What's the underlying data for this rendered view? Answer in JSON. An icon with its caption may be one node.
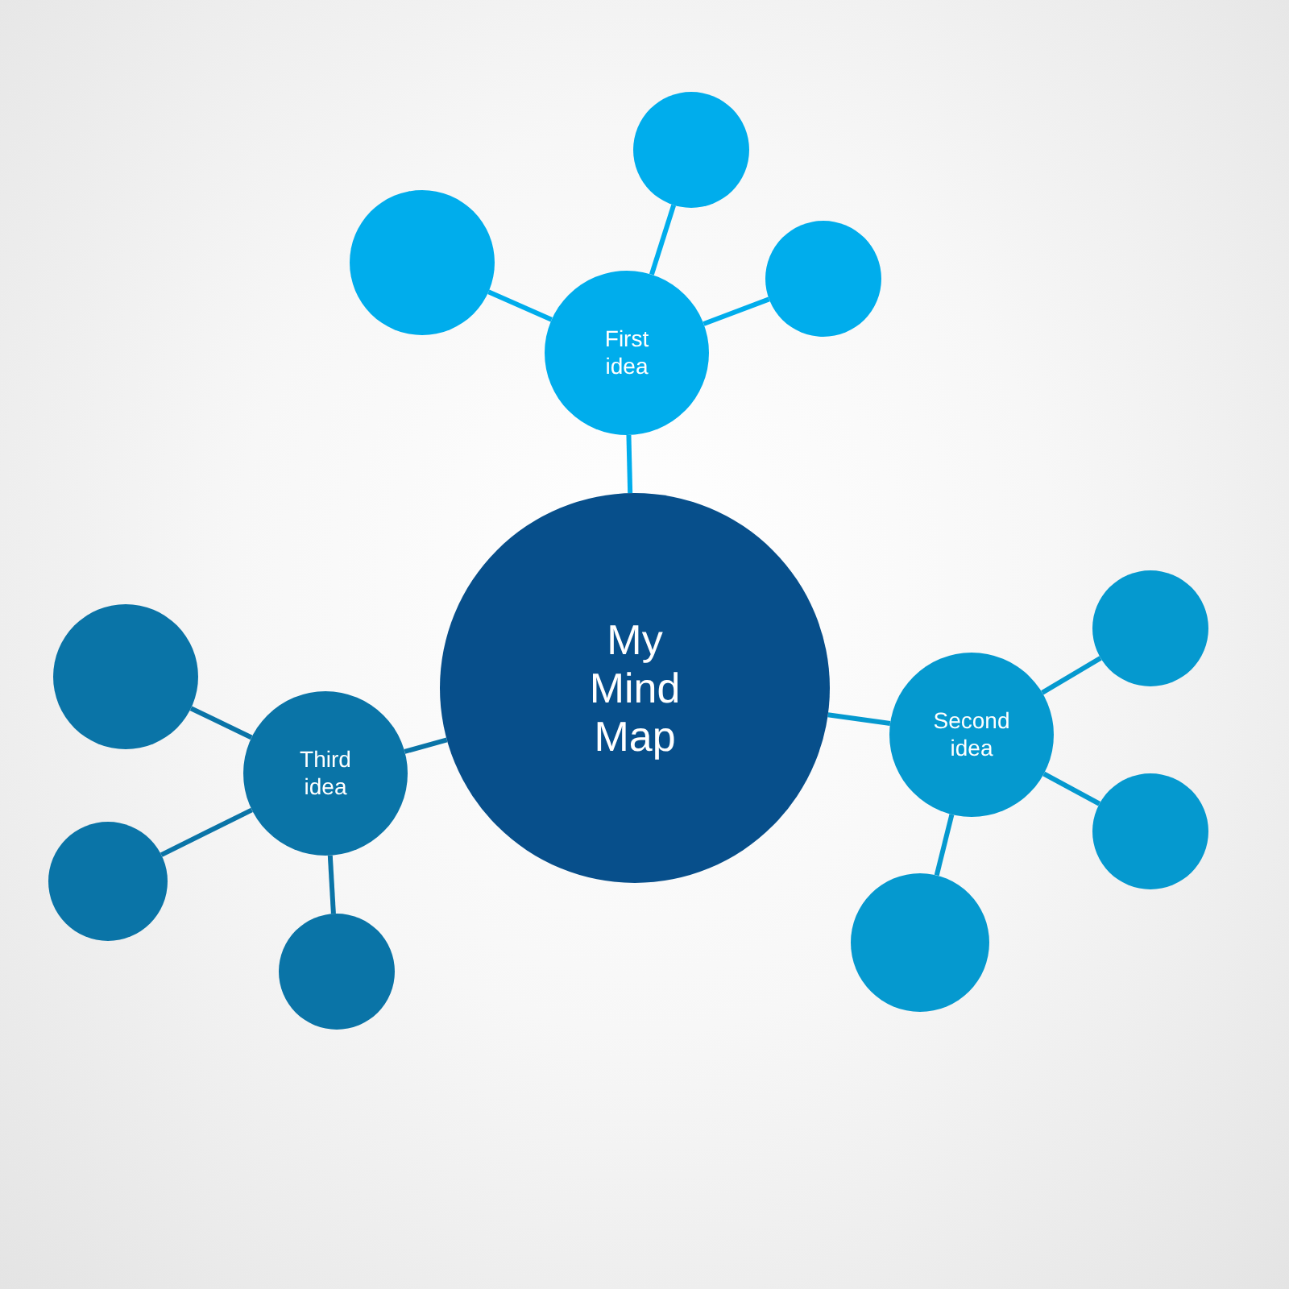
{
  "diagram": {
    "nodes": [
      {
        "text": [
          "My Mind Map"
        ]
      },
      {
        "text": [
          "First idea"
        ]
      },
      {
        "text": [],
        "shape": "circle"
      },
      {
        "text": [],
        "shape": "circle"
      },
      {
        "text": [],
        "shape": "circle"
      },
      {
        "text": [
          "Second idea"
        ]
      },
      {
        "text": [],
        "shape": "circle"
      },
      {
        "text": [],
        "shape": "circle"
      },
      {
        "text": [],
        "shape": "circle"
      },
      {
        "text": [
          "Third idea"
        ]
      },
      {
        "text": [],
        "shape": "circle"
      },
      {
        "text": [],
        "shape": "circle"
      },
      {
        "text": [],
        "shape": "circle"
      }
    ],
    "edges": [
      {
        "from": 0,
        "to": 1,
        "arrow": "none"
      },
      {
        "from": 1,
        "to": 2,
        "arrow": "none"
      },
      {
        "from": 1,
        "to": 3,
        "arrow": "none"
      },
      {
        "from": 1,
        "to": 4,
        "arrow": "none"
      },
      {
        "from": 0,
        "to": 5,
        "arrow": "none"
      },
      {
        "from": 5,
        "to": 6,
        "arrow": "none"
      },
      {
        "from": 5,
        "to": 7,
        "arrow": "none"
      },
      {
        "from": 5,
        "to": 8,
        "arrow": "none"
      },
      {
        "from": 0,
        "to": 9,
        "arrow": "none"
      },
      {
        "from": 9,
        "to": 10,
        "arrow": "none"
      },
      {
        "from": 9,
        "to": 11,
        "arrow": "none"
      },
      {
        "from": 9,
        "to": 12,
        "arrow": "none"
      }
    ]
  }
}
